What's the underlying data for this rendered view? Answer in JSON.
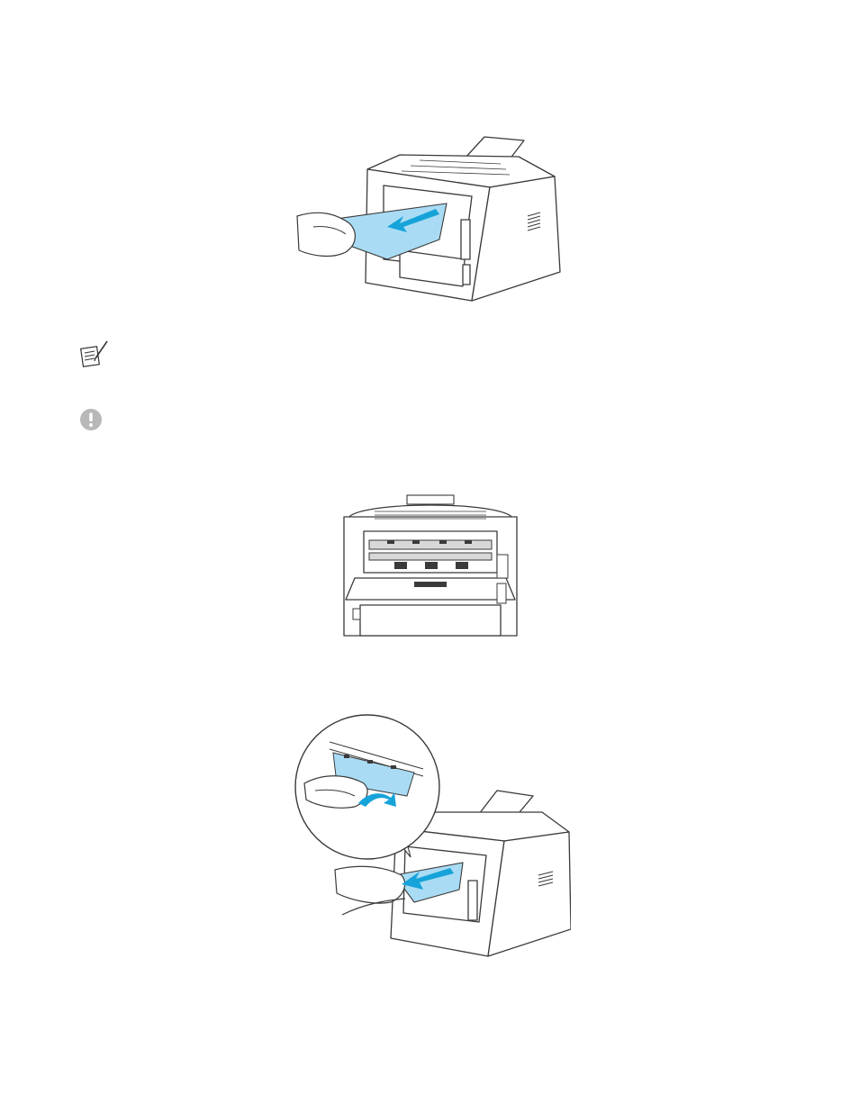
{
  "colors": {
    "paper": "#a9dcf4",
    "arrow": "#16a3d9",
    "outline": "#3a3a3a"
  },
  "icons": {
    "note": "note-icon",
    "caution": "caution-icon"
  },
  "illustrations": [
    "rear-paper-pull-illustration",
    "rear-cover-open-illustration",
    "jam-removal-detail-illustration"
  ]
}
